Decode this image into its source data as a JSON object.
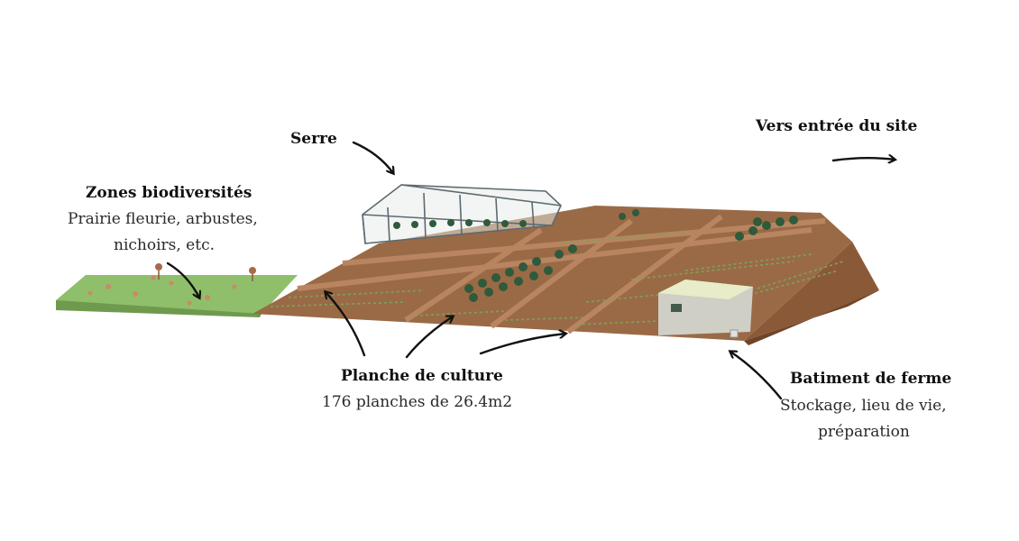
{
  "labels": {
    "serre": "Serre",
    "vers_entree": "Vers entrée du site",
    "zones_title": "Zones biodiversités",
    "zones_line1": "Prairie fleurie, arbustes,",
    "zones_line2": "nichoirs, etc.",
    "planche_title": "Planche de culture",
    "planche_desc": "176 planches de 26.4m2",
    "batiment_title": "Batiment de ferme",
    "batiment_line1": "Stockage, lieu de vie,",
    "batiment_line2": "préparation"
  },
  "colors": {
    "soil": "#9a6a46",
    "soil_dark": "#7a4f31",
    "path": "#b98560",
    "meadow": "#8fbf6a",
    "plant_dark": "#2f5a3c",
    "plant_light": "#7aa35a",
    "building": "#cfcfc6",
    "greenhouse_frame": "#5d6a70"
  }
}
